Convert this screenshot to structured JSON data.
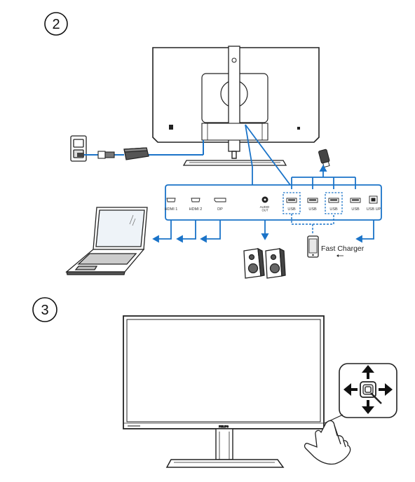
{
  "step_two": {
    "number": "2"
  },
  "step_three": {
    "number": "3"
  },
  "ports": {
    "hdmi1": "HDMI 1",
    "hdmi2": "HDMI 2",
    "dp": "DP",
    "audio": "AUDIO\nOUT",
    "usb_fast_a": "USB",
    "usb_b": "USB",
    "usb_fast_b": "USB",
    "usb_c": "USB",
    "usb_up": "USB UP"
  },
  "fast_charger": {
    "label": "Fast Charger"
  },
  "monitor_front": {
    "brand": "PHILIPS"
  },
  "colors": {
    "connector": "#1a73c8",
    "outline": "#222222"
  },
  "icons": [
    "power-outlet-icon",
    "power-adapter-icon",
    "usb-stick-icon",
    "laptop-icon",
    "speakers-icon",
    "smartphone-icon",
    "joystick-icon",
    "hand-icon"
  ]
}
